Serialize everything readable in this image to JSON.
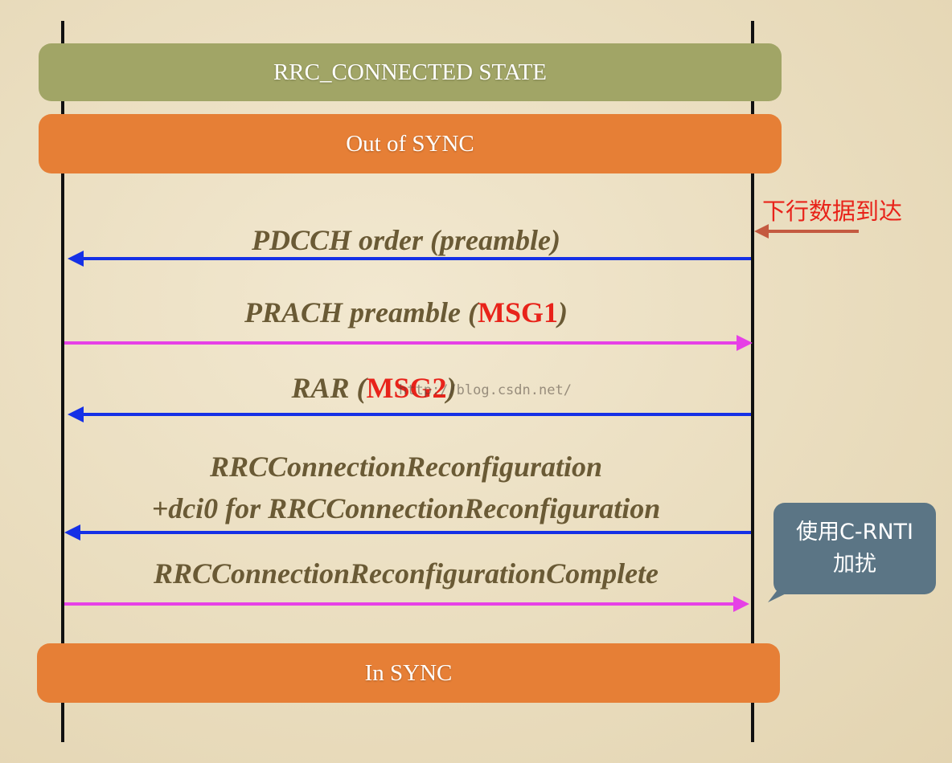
{
  "states": {
    "rrc_connected": "RRC_CONNECTED STATE",
    "out_of_sync": "Out of SYNC",
    "in_sync": "In SYNC"
  },
  "messages": {
    "pdcch": "PDCCH order (preamble)",
    "prach_prefix": "PRACH preamble (",
    "prach_msg": "MSG1",
    "prach_suffix": ")",
    "rar_prefix": "RAR (",
    "rar_msg": "MSG2",
    "rar_suffix": ")",
    "reconfig_line1": "RRCConnectionReconfiguration",
    "reconfig_line2": "+dci0 for RRCConnectionReconfiguration",
    "complete": "RRCConnectionReconfigurationComplete"
  },
  "annotations": {
    "dl_data_arrival": "下行数据到达",
    "bubble_line1": "使用C-RNTI",
    "bubble_line2": "加扰"
  },
  "watermark": "http://blog.csdn.net/",
  "colors": {
    "band_green": "#a1a566",
    "band_orange": "#e67f36",
    "arrow_downlink": "#1530e6",
    "arrow_uplink": "#e640e6",
    "arrow_annotation": "#c45a40",
    "highlight_red": "#e8231a",
    "bubble": "#5b7585"
  }
}
